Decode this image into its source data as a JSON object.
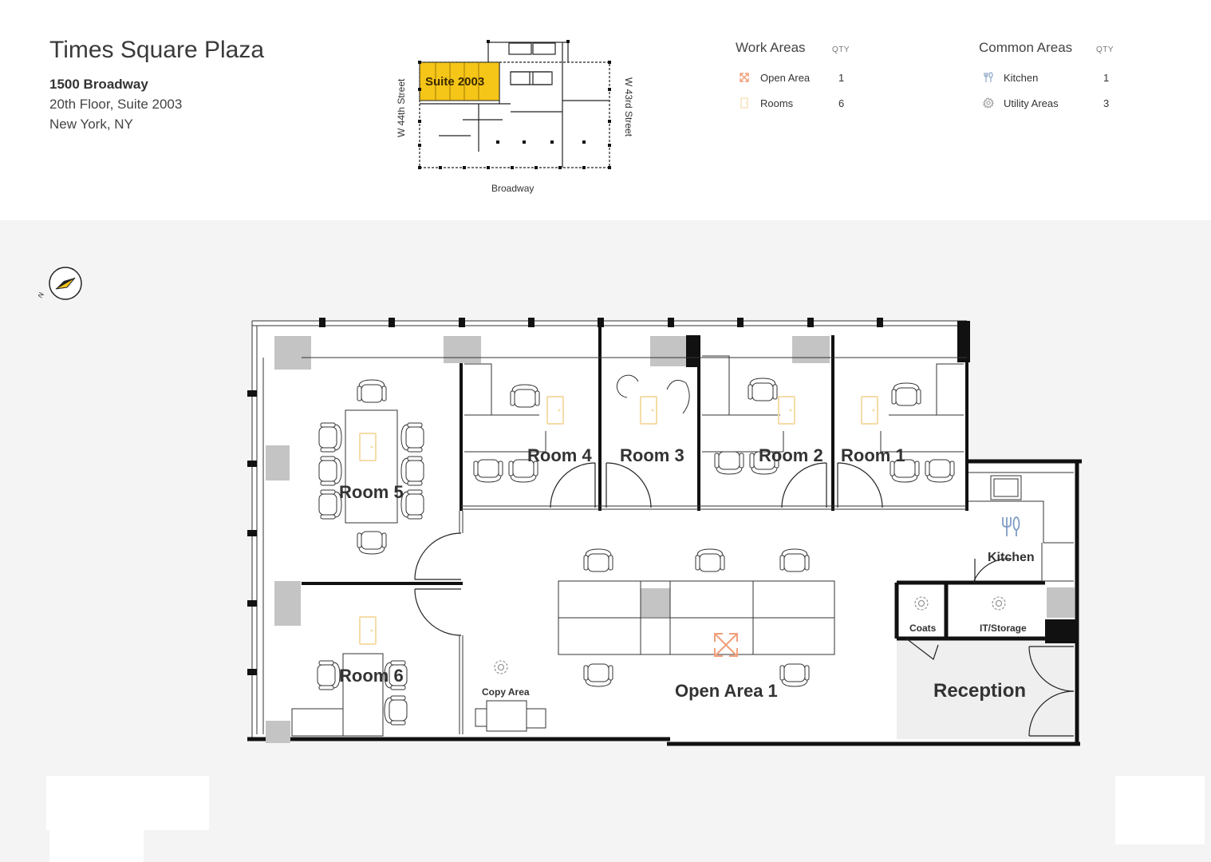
{
  "building": {
    "name": "Times Square Plaza",
    "address_line1": "1500 Broadway",
    "address_line2": "20th Floor, Suite 2003",
    "address_line3": "New York, NY"
  },
  "keyplan": {
    "suite_label": "Suite 2003",
    "street_left": "W 44th Street",
    "street_right": "W 43rd Street",
    "street_bottom": "Broadway",
    "highlight_color": "#f5c518"
  },
  "legend": {
    "work": {
      "heading": "Work Areas",
      "qty_label": "QTY",
      "items": [
        {
          "label": "Open Area",
          "qty": "1",
          "icon": "expand-arrows-icon",
          "color": "#f0a07a"
        },
        {
          "label": "Rooms",
          "qty": "6",
          "icon": "door-icon",
          "color": "#f5dca8"
        }
      ]
    },
    "common": {
      "heading": "Common Areas",
      "qty_label": "QTY",
      "items": [
        {
          "label": "Kitchen",
          "qty": "1",
          "icon": "fork-knife-icon",
          "color": "#8aa4c8"
        },
        {
          "label": "Utility Areas",
          "qty": "3",
          "icon": "gear-icon",
          "color": "#9a9a9a"
        }
      ]
    }
  },
  "compass": {
    "north_label": "N"
  },
  "floorplan": {
    "rooms": {
      "room5": "Room 5",
      "room4": "Room 4",
      "room3": "Room 3",
      "room2": "Room 2",
      "room1": "Room 1",
      "room6": "Room 6",
      "kitchen": "Kitchen",
      "coats": "Coats",
      "it_storage": "IT/Storage",
      "copy_area": "Copy Area",
      "open_area": "Open Area 1",
      "reception": "Reception"
    }
  }
}
